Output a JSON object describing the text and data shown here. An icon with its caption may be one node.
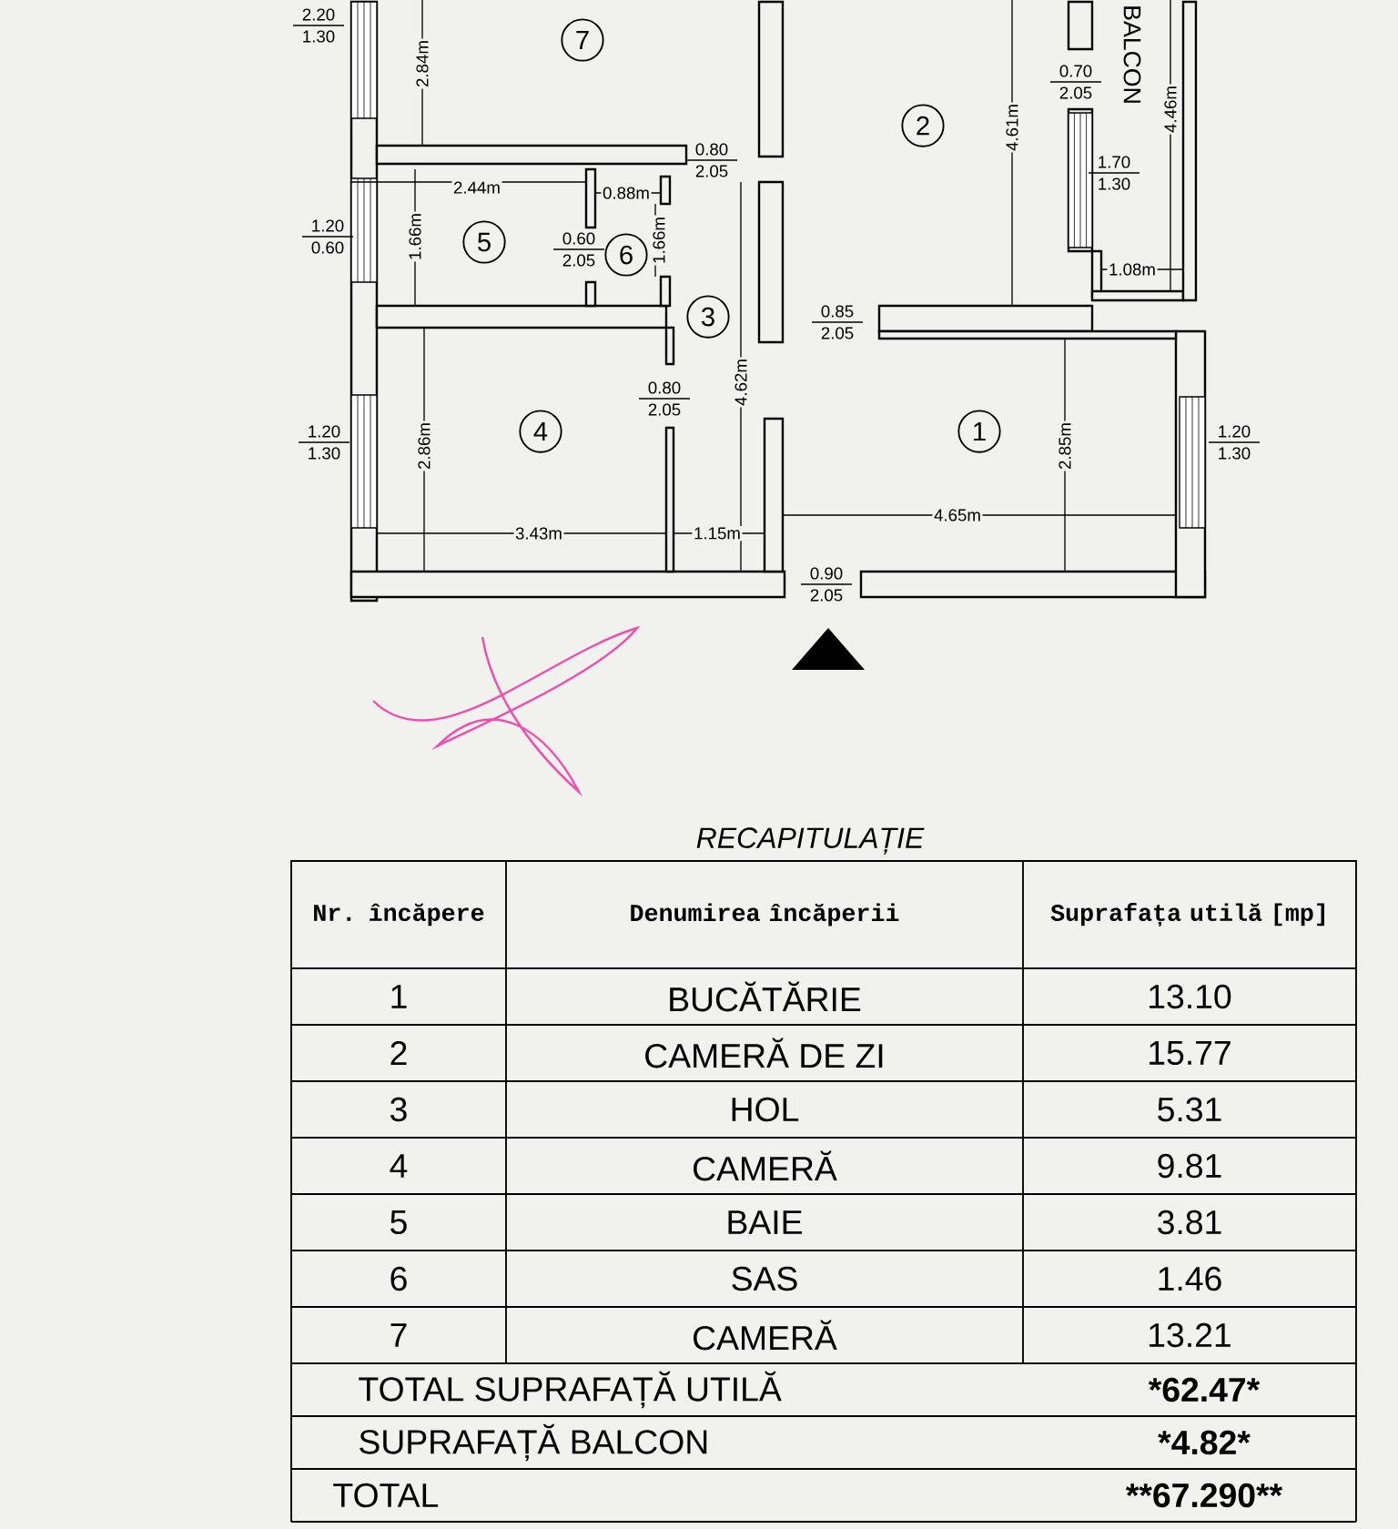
{
  "diagram": {
    "title": "RECAPITULAȚIE",
    "nodes": [
      {
        "text": [
          "7"
        ]
      },
      {
        "text": [
          "2"
        ]
      },
      {
        "text": [
          "5"
        ]
      },
      {
        "text": [
          "6"
        ]
      },
      {
        "text": [
          "3"
        ]
      },
      {
        "text": [
          "4"
        ]
      },
      {
        "text": [
          "1"
        ]
      }
    ],
    "labels": [
      "2.20",
      "1.30",
      "2.84m",
      "BALCON",
      "4.61m",
      "0.70",
      "2.05",
      "4.46m",
      "0.80",
      "2.05",
      "2.44m",
      "0.88m",
      "1.70",
      "1.30",
      "1.20",
      "0.60",
      "1.66m",
      "0.60",
      "2.05",
      "1.66m",
      "1.08m",
      "0.85",
      "2.05",
      "4.62m",
      "0.80",
      "2.05",
      "1.20",
      "1.30",
      "2.86m",
      "2.85m",
      "1.20",
      "1.30",
      "3.43m",
      "1.15m",
      "4.65m",
      "0.90",
      "2.05",
      "Nr. încăpere",
      "Denumirea încăperii",
      "Suprafața utilă [mp]",
      "1",
      "BUCĂTĂRIE",
      "13.10",
      "2",
      "CAMERĂ DE ZI",
      "15.77",
      "3",
      "HOL",
      "5.31",
      "4",
      "CAMERĂ",
      "9.81",
      "5",
      "BAIE",
      "3.81",
      "6",
      "SAS",
      "1.46",
      "7",
      "CAMERĂ",
      "13.21",
      "TOTAL SUPRAFAȚĂ UTILĂ",
      "*62.47*",
      "SUPRAFAȚĂ BALCON",
      "*4.82*",
      "TOTAL",
      "**67.290**"
    ]
  }
}
